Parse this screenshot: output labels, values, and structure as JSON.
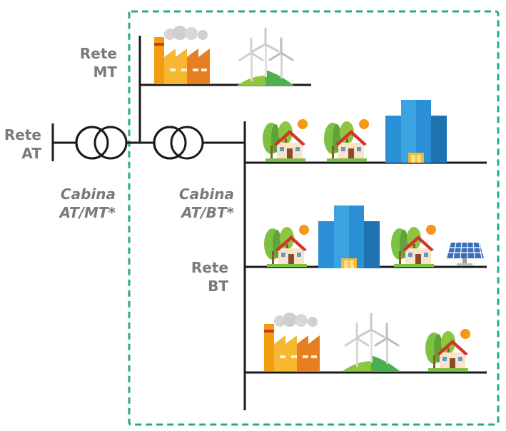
{
  "labels": {
    "rete_mt": [
      "Rete",
      "MT"
    ],
    "rete_at": [
      "Rete",
      "AT"
    ],
    "cabina_at_mt": [
      "Cabina",
      "AT/MT*"
    ],
    "cabina_at_bt": [
      "Cabina",
      "AT/BT*"
    ],
    "rete_bt": [
      "Rete",
      "BT"
    ]
  },
  "colors": {
    "boundary": "#2aa88a",
    "line": "#1a1a1a",
    "label": "#7a7a7a",
    "factory_orange": "#f39c12",
    "factory_dark": "#e67e22",
    "building_blue": "#2a8fd4",
    "house_roof": "#d0342c",
    "tree_green": "#7cc242",
    "hill_green": "#8dc63f",
    "sun": "#f7931e"
  },
  "icons": {
    "mt_bus": [
      "factory-icon",
      "wind-turbines-icon"
    ],
    "bt_bus_1": [
      "house-with-trees-icon",
      "house-with-trees-icon",
      "office-building-icon"
    ],
    "bt_bus_2": [
      "house-with-trees-icon",
      "office-building-icon",
      "house-with-trees-icon",
      "solar-panel-icon"
    ],
    "bt_bus_3": [
      "factory-icon",
      "wind-turbines-icon",
      "house-with-trees-icon"
    ]
  }
}
